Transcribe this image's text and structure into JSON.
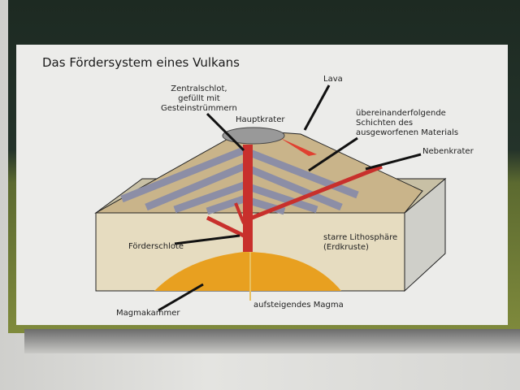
{
  "title": "Das Fördersystem eines Vulkans",
  "labels": {
    "zentralschlot": [
      "Zentralschlot,",
      "gefüllt mit",
      "Gesteinstrümmern"
    ],
    "hauptkrater": "Hauptkrater",
    "lava": "Lava",
    "schichten": [
      "übereinanderfolgende",
      "Schichten des",
      "ausgeworfenen Materials"
    ],
    "nebenkrater": "Nebenkrater",
    "lithosphaere": [
      "starre Lithosphäre",
      "(Erdkruste)"
    ],
    "foerderschlote": "Förderschlote",
    "magmakammer": "Magmakammer",
    "magma": "aufsteigendes Magma"
  }
}
